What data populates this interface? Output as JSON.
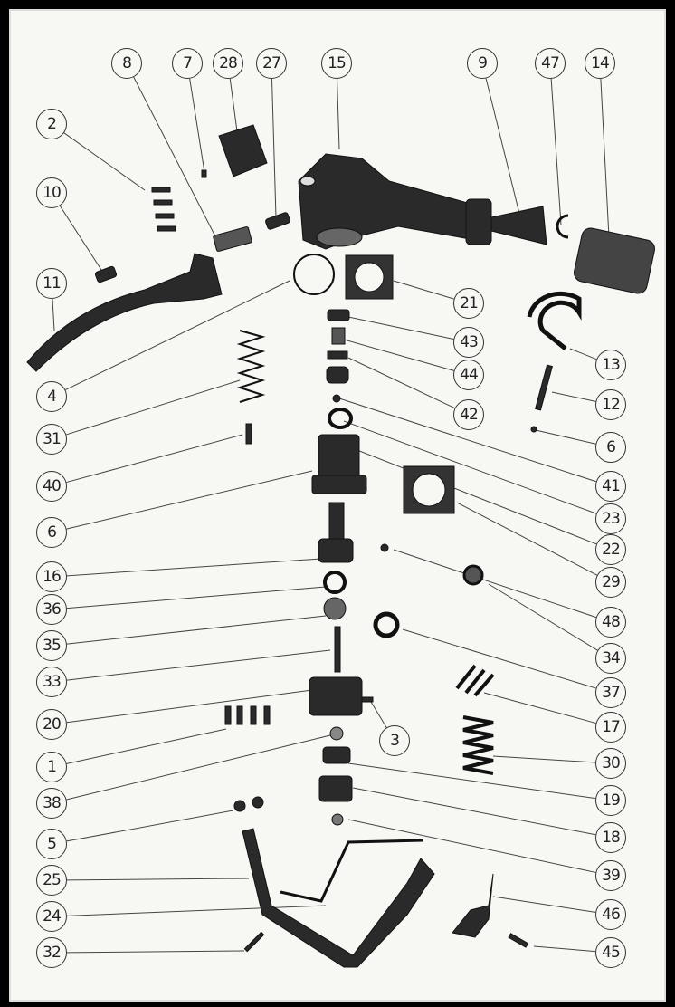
{
  "diagram": {
    "type": "exploded parts diagram",
    "callouts": [
      "8",
      "7",
      "28",
      "27",
      "15",
      "9",
      "47",
      "14",
      "2",
      "10",
      "11",
      "4",
      "31",
      "40",
      "6",
      "16",
      "36",
      "35",
      "33",
      "20",
      "1",
      "38",
      "5",
      "25",
      "24",
      "32",
      "21",
      "43",
      "44",
      "42",
      "13",
      "12",
      "6",
      "41",
      "23",
      "22",
      "29",
      "48",
      "34",
      "37",
      "17",
      "30",
      "19",
      "18",
      "39",
      "46",
      "45",
      "3"
    ],
    "colors": {
      "paper": "#f7f7f4",
      "ink": "#222222",
      "border": "#000000"
    }
  }
}
